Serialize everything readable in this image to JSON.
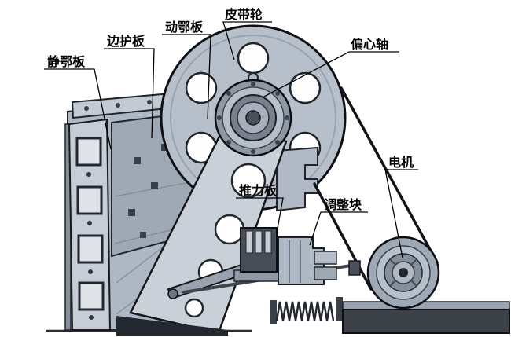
{
  "diagram": {
    "type": "jaw-crusher-structure-diagram",
    "background_color": "#ffffff",
    "machine_color": "#b6bfca",
    "machine_mid_color": "#9fa9b5",
    "machine_dark_color": "#3d4249",
    "outline_color": "#16161a",
    "labels": {
      "static_jaw_plate": "静鄂板",
      "side_guard_plate": "边护板",
      "moving_jaw_plate": "动鄂板",
      "belt_wheel": "皮带轮",
      "eccentric_shaft": "偏心轴",
      "motor": "电机",
      "thrust_plate": "推力板",
      "adjusting_block": "调整块"
    }
  }
}
